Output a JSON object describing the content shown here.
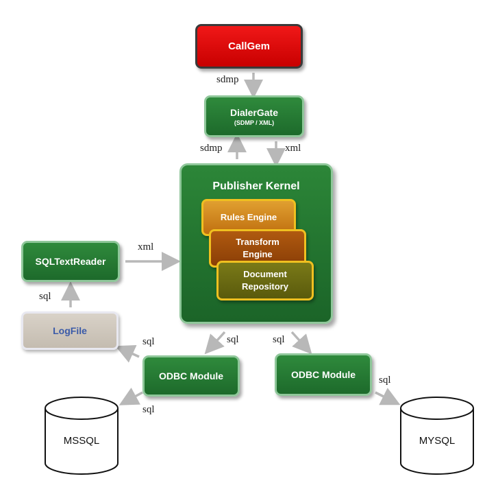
{
  "nodes": {
    "callgem": "CallGem",
    "dialergate": "DialerGate",
    "dialergate_sub": "(SDMP / XML)",
    "kernel": "Publisher Kernel",
    "rules_engine": "Rules Engine",
    "transform_engine": "Transform Engine",
    "document_repository": "Document Repository",
    "sqltextreader": "SQLTextReader",
    "logfile": "LogFile",
    "odbc_left": "ODBC Module",
    "odbc_right": "ODBC Module",
    "mssql": "MSSQL",
    "mysql": "MYSQL"
  },
  "edges": {
    "callgem_to_dialergate": "sdmp",
    "dialergate_to_callgem_label": "sdmp",
    "dialergate_to_kernel": "xml",
    "reader_to_kernel": "xml",
    "logfile_to_reader": "sql",
    "kernel_to_odbc_left": "sql",
    "kernel_to_odbc_right": "sql",
    "odbc_left_to_logfile": "sql",
    "odbc_left_to_mssql": "sql",
    "odbc_right_to_mysql": "sql"
  },
  "colors": {
    "green": "#1f6e2d",
    "red": "#e00c0c",
    "engine_orange": "#c87a10",
    "engine_brown": "#9a4a08",
    "engine_olive": "#6a6a10",
    "arrow": "#b8b8b8"
  }
}
